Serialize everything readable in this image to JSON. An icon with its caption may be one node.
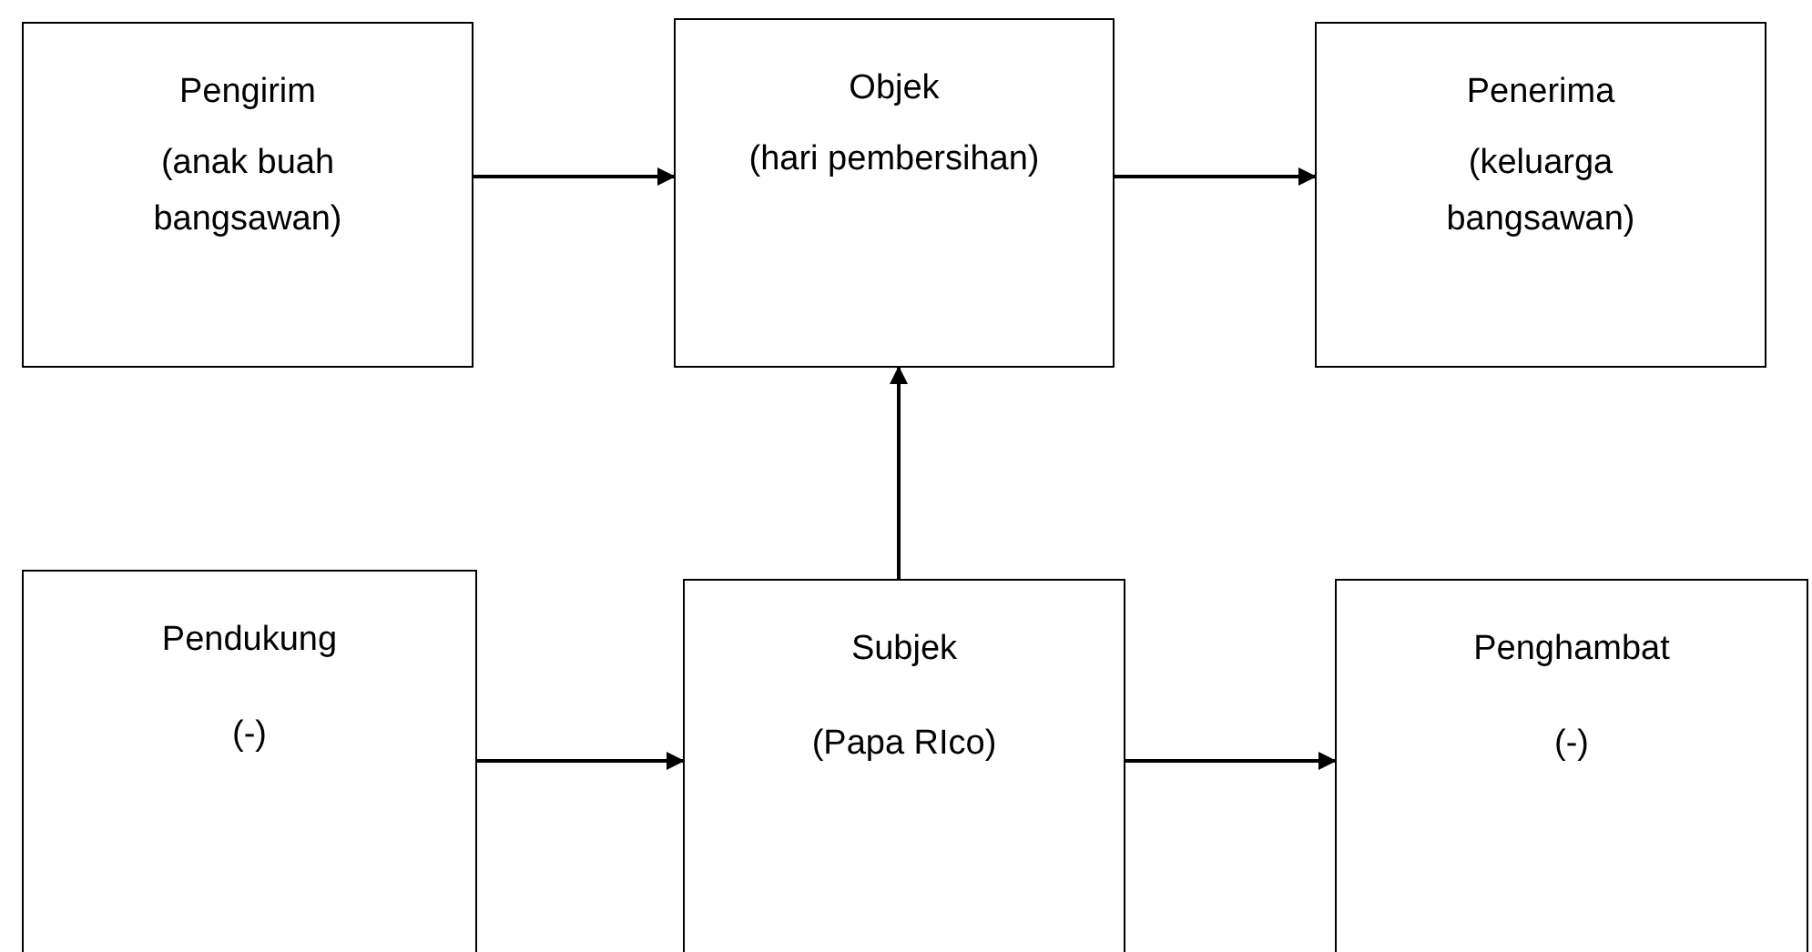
{
  "diagram": {
    "nodes": [
      {
        "text": [
          "Pengirim",
          "(anak buah bangsawan)"
        ]
      },
      {
        "text": [
          "Objek",
          "(hari pembersihan)"
        ]
      },
      {
        "text": [
          "Penerima",
          "(keluarga bangsawan)"
        ]
      },
      {
        "text": [
          "Pendukung",
          "(-)"
        ]
      },
      {
        "text": [
          "Subjek",
          "(Papa RIco)"
        ]
      },
      {
        "text": [
          "Penghambat",
          "(-)"
        ]
      }
    ],
    "edges": [
      {
        "from": 0,
        "to": 1,
        "arrow": "to"
      },
      {
        "from": 1,
        "to": 2,
        "arrow": "to"
      },
      {
        "from": 4,
        "to": 1,
        "arrow": "to"
      },
      {
        "from": 3,
        "to": 4,
        "arrow": "to"
      },
      {
        "from": 4,
        "to": 5,
        "arrow": "to"
      }
    ]
  }
}
